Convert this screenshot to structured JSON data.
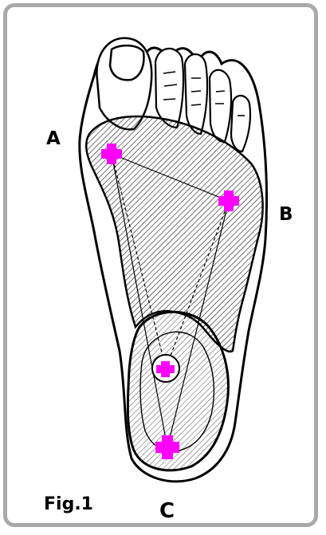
{
  "figure": {
    "caption": "Fig.1",
    "labels": {
      "a": "A",
      "b": "B",
      "c": "C"
    },
    "marker_icon": "plus-icon",
    "colors": {
      "frame": "#a9a9a9",
      "ink": "#000000",
      "marker": "#ff00ff"
    }
  }
}
